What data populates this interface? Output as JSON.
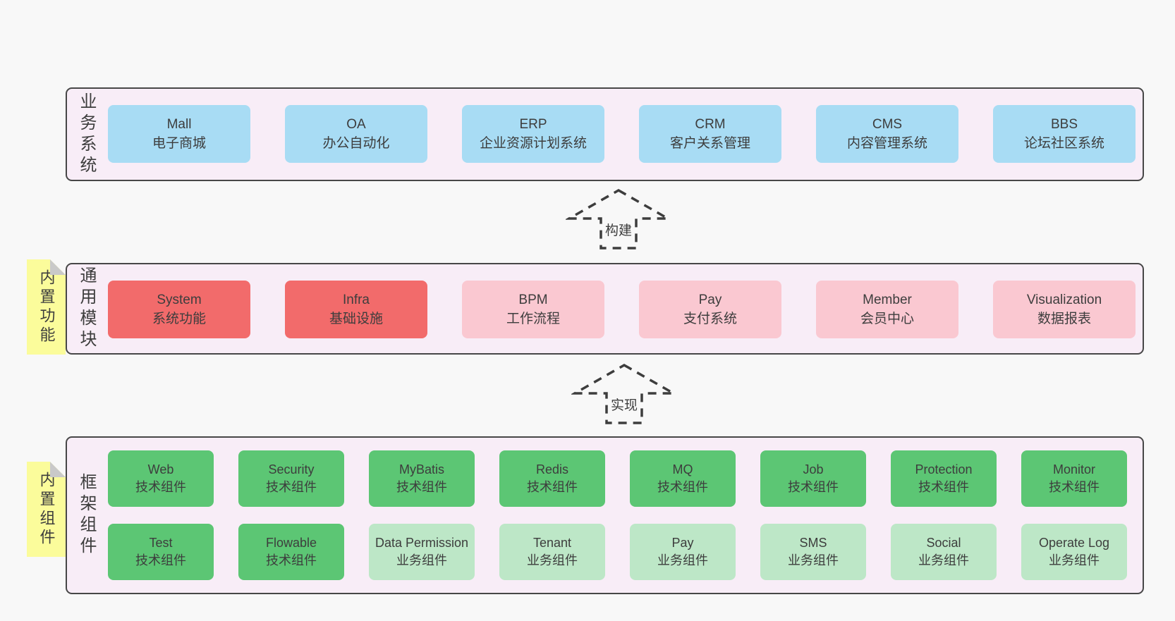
{
  "colors": {
    "page_bg": "#f8f8f8",
    "container_bg": "#f8edf7",
    "container_border": "#474747",
    "blue": "#a8dcf4",
    "red": "#f26b6b",
    "pink": "#fac8d1",
    "green": "#5cc674",
    "lightgreen": "#bde7c7",
    "note_bg": "#fbfc9b",
    "note_fold": "#c9c9c9",
    "arrow_stroke": "#3d3d3d",
    "text": "#3d3d3d"
  },
  "layers": [
    {
      "label": "业务系统",
      "boxes": [
        {
          "en": "Mall",
          "zh": "电子商城",
          "variant": "blue"
        },
        {
          "en": "OA",
          "zh": "办公自动化",
          "variant": "blue"
        },
        {
          "en": "ERP",
          "zh": "企业资源计划系统",
          "variant": "blue"
        },
        {
          "en": "CRM",
          "zh": "客户关系管理",
          "variant": "blue"
        },
        {
          "en": "CMS",
          "zh": "内容管理系统",
          "variant": "blue"
        },
        {
          "en": "BBS",
          "zh": "论坛社区系统",
          "variant": "blue"
        }
      ]
    },
    {
      "label": "通用模块",
      "note": "内置功能",
      "boxes": [
        {
          "en": "System",
          "zh": "系统功能",
          "variant": "red"
        },
        {
          "en": "Infra",
          "zh": "基础设施",
          "variant": "red"
        },
        {
          "en": "BPM",
          "zh": "工作流程",
          "variant": "pink"
        },
        {
          "en": "Pay",
          "zh": "支付系统",
          "variant": "pink"
        },
        {
          "en": "Member",
          "zh": "会员中心",
          "variant": "pink"
        },
        {
          "en": "Visualization",
          "zh": "数据报表",
          "variant": "pink"
        }
      ]
    },
    {
      "label": "框架组件",
      "note": "内置组件",
      "boxes": [
        {
          "en": "Web",
          "zh": "技术组件",
          "variant": "green"
        },
        {
          "en": "Security",
          "zh": "技术组件",
          "variant": "green"
        },
        {
          "en": "MyBatis",
          "zh": "技术组件",
          "variant": "green"
        },
        {
          "en": "Redis",
          "zh": "技术组件",
          "variant": "green"
        },
        {
          "en": "MQ",
          "zh": "技术组件",
          "variant": "green"
        },
        {
          "en": "Job",
          "zh": "技术组件",
          "variant": "green"
        },
        {
          "en": "Protection",
          "zh": "技术组件",
          "variant": "green"
        },
        {
          "en": "Monitor",
          "zh": "技术组件",
          "variant": "green"
        },
        {
          "en": "Test",
          "zh": "技术组件",
          "variant": "green"
        },
        {
          "en": "Flowable",
          "zh": "技术组件",
          "variant": "green"
        },
        {
          "en": "Data Permission",
          "zh": "业务组件",
          "variant": "lightgreen"
        },
        {
          "en": "Tenant",
          "zh": "业务组件",
          "variant": "lightgreen"
        },
        {
          "en": "Pay",
          "zh": "业务组件",
          "variant": "lightgreen"
        },
        {
          "en": "SMS",
          "zh": "业务组件",
          "variant": "lightgreen"
        },
        {
          "en": "Social",
          "zh": "业务组件",
          "variant": "lightgreen"
        },
        {
          "en": "Operate Log",
          "zh": "业务组件",
          "variant": "lightgreen"
        }
      ]
    }
  ],
  "arrows": [
    {
      "label": "构建"
    },
    {
      "label": "实现"
    }
  ]
}
